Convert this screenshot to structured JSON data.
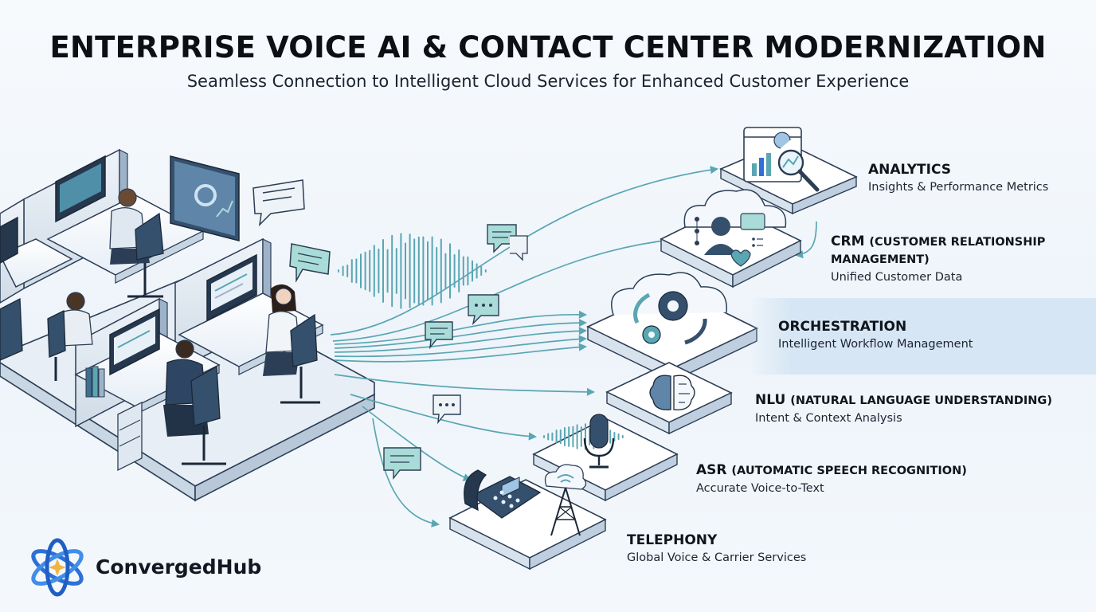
{
  "header": {
    "title": "ENTERPRISE VOICE AI & CONTACT CENTER MODERNIZATION",
    "subtitle": "Seamless Connection to Intelligent Cloud Services for Enhanced Customer Experience"
  },
  "layers": [
    {
      "id": "analytics",
      "name": "ANALYTICS",
      "name_sub": "",
      "description": "Insights & Performance Metrics",
      "icon": "analytics-magnifier-icon"
    },
    {
      "id": "crm",
      "name": "CRM",
      "name_sub": "(CUSTOMER RELATIONSHIP MANAGEMENT)",
      "description": "Unified Customer Data",
      "icon": "customer-profile-icon"
    },
    {
      "id": "orchestration",
      "name": "ORCHESTRATION",
      "name_sub": "",
      "description": "Intelligent Workflow Management",
      "icon": "gears-cycle-icon"
    },
    {
      "id": "nlu",
      "name": "NLU",
      "name_sub": "(NATURAL LANGUAGE UNDERSTANDING)",
      "description": "Intent & Context Analysis",
      "icon": "brain-circuit-icon"
    },
    {
      "id": "asr",
      "name": "ASR",
      "name_sub": "(AUTOMATIC SPEECH RECOGNITION)",
      "description": "Accurate Voice-to-Text",
      "icon": "microphone-icon"
    },
    {
      "id": "telephony",
      "name": "TELEPHONY",
      "name_sub": "",
      "description": "Global Voice & Carrier Services",
      "icon": "desk-phone-tower-icon"
    }
  ],
  "brand": {
    "name": "ConvergedHub",
    "icon": "atom-logo-icon"
  },
  "colors": {
    "accent": "#5aa6b3",
    "navy": "#243c5a",
    "platform": "#ffffff",
    "highlight_band": "#cfe2f2",
    "chat_bubble": "#a9dcd8",
    "logo_blue": "#2e6fd8",
    "logo_gold": "#f2b441"
  }
}
